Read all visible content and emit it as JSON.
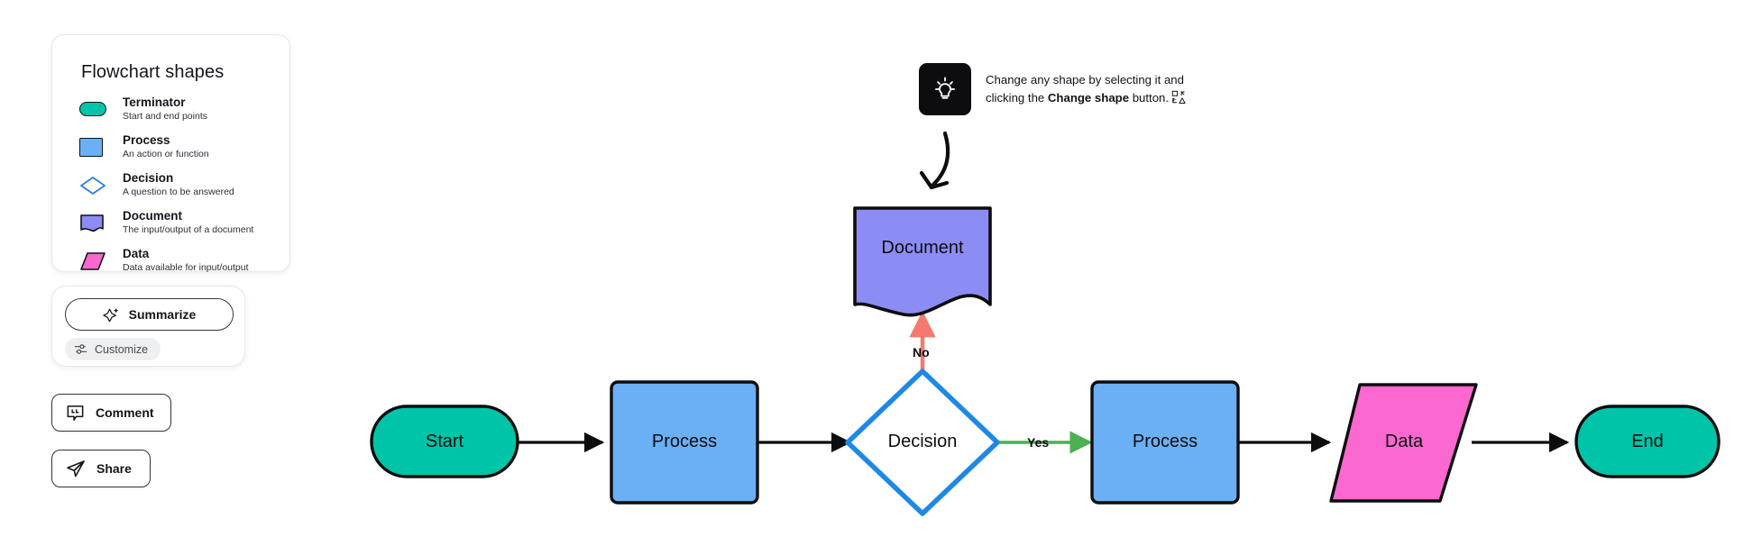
{
  "legend": {
    "title": "Flowchart shapes",
    "items": [
      {
        "icon": "terminator-shape-icon",
        "name": "Terminator",
        "desc": "Start and end points",
        "color": "#00C4A7"
      },
      {
        "icon": "process-shape-icon",
        "name": "Process",
        "desc": "An action or function",
        "color": "#6BB0F5"
      },
      {
        "icon": "decision-shape-icon",
        "name": "Decision",
        "desc": "A question to be answered",
        "color": "#1E88E5"
      },
      {
        "icon": "document-shape-icon",
        "name": "Document",
        "desc": "The input/output of a document",
        "color": "#8C8CF5"
      },
      {
        "icon": "data-shape-icon",
        "name": "Data",
        "desc": "Data available for input/output",
        "color": "#FB68D0"
      }
    ]
  },
  "ai_panel": {
    "summarize_label": "Summarize",
    "summarize_icon": "sparkle-icon",
    "customize_label": "Customize",
    "customize_icon": "sliders-icon"
  },
  "actions": [
    {
      "label": "Comment",
      "icon": "comment-bubble-icon"
    },
    {
      "label": "Share",
      "icon": "paper-plane-icon"
    }
  ],
  "tooltip": {
    "icon": "lightbulb-icon",
    "line1": "Change any shape by selecting it and",
    "line2_prefix": "clicking the ",
    "line2_bold": "Change shape",
    "line2_suffix": " button.",
    "trailing_icon": "change-shape-icon",
    "arrow": "curved-arrow-down-icon"
  },
  "flowchart": {
    "nodes": [
      {
        "id": "start",
        "label": "Start",
        "type": "terminator",
        "fill": "#00C4A7",
        "stroke": "#0d0d0f"
      },
      {
        "id": "process1",
        "label": "Process",
        "type": "process",
        "fill": "#6BB0F5",
        "stroke": "#0d0d0f"
      },
      {
        "id": "decision",
        "label": "Decision",
        "type": "decision",
        "fill": "#ffffff",
        "stroke": "#1E88E5"
      },
      {
        "id": "document",
        "label": "Document",
        "type": "document",
        "fill": "#8C8CF5",
        "stroke": "#0d0d0f"
      },
      {
        "id": "process2",
        "label": "Process",
        "type": "process",
        "fill": "#6BB0F5",
        "stroke": "#0d0d0f"
      },
      {
        "id": "data",
        "label": "Data",
        "type": "data",
        "fill": "#FB68D0",
        "stroke": "#0d0d0f"
      },
      {
        "id": "end",
        "label": "End",
        "type": "terminator",
        "fill": "#00C4A7",
        "stroke": "#0d0d0f"
      }
    ],
    "edges": [
      {
        "from": "start",
        "to": "process1",
        "label": "",
        "color": "#0d0d0f"
      },
      {
        "from": "process1",
        "to": "decision",
        "label": "",
        "color": "#0d0d0f"
      },
      {
        "from": "decision",
        "to": "document",
        "label": "No",
        "color": "#F4796E"
      },
      {
        "from": "decision",
        "to": "process2",
        "label": "Yes",
        "color": "#4CAF50"
      },
      {
        "from": "process2",
        "to": "data",
        "label": "",
        "color": "#0d0d0f"
      },
      {
        "from": "data",
        "to": "end",
        "label": "",
        "color": "#0d0d0f"
      }
    ]
  }
}
